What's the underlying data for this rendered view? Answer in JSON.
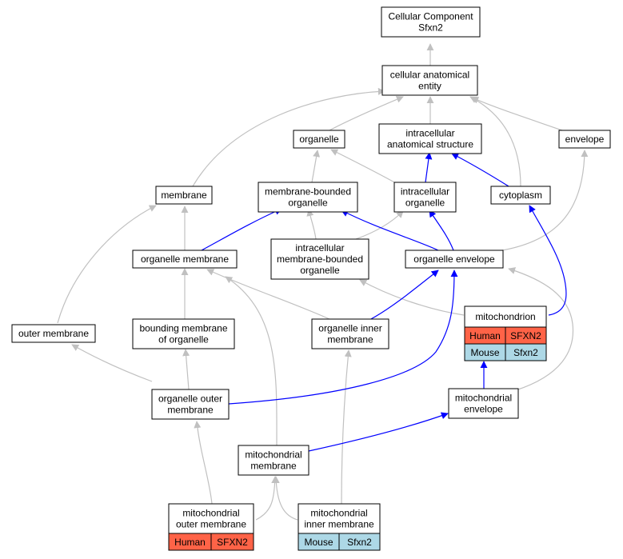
{
  "colors": {
    "gray_edge": "#c0c0c0",
    "blue_edge": "#0000ff",
    "human_cell": "#ff6347",
    "mouse_cell": "#add8e6"
  },
  "nodes": {
    "root": {
      "lines": [
        "Cellular Component",
        "Sfxn2"
      ]
    },
    "cae": {
      "lines": [
        "cellular anatomical",
        "entity"
      ]
    },
    "organelle": {
      "lines": [
        "organelle"
      ]
    },
    "ias": {
      "lines": [
        "intracellular",
        "anatomical structure"
      ]
    },
    "envelope": {
      "lines": [
        "envelope"
      ]
    },
    "membrane": {
      "lines": [
        "membrane"
      ]
    },
    "mbo": {
      "lines": [
        "membrane-bounded",
        "organelle"
      ]
    },
    "io": {
      "lines": [
        "intracellular",
        "organelle"
      ]
    },
    "cytoplasm": {
      "lines": [
        "cytoplasm"
      ]
    },
    "om": {
      "lines": [
        "organelle membrane"
      ]
    },
    "imbo": {
      "lines": [
        "intracellular",
        "membrane-bounded",
        "organelle"
      ]
    },
    "oe": {
      "lines": [
        "organelle envelope"
      ]
    },
    "outer": {
      "lines": [
        "outer membrane"
      ]
    },
    "bmo": {
      "lines": [
        "bounding membrane",
        "of organelle"
      ]
    },
    "oim": {
      "lines": [
        "organelle inner",
        "membrane"
      ]
    },
    "mito": {
      "lines": [
        "mitochondrion"
      ],
      "cells": [
        [
          "Human",
          "SFXN2"
        ],
        [
          "Mouse",
          "Sfxn2"
        ]
      ]
    },
    "oom": {
      "lines": [
        "organelle outer",
        "membrane"
      ]
    },
    "menv": {
      "lines": [
        "mitochondrial",
        "envelope"
      ]
    },
    "mm": {
      "lines": [
        "mitochondrial",
        "membrane"
      ]
    },
    "mom": {
      "lines": [
        "mitochondrial",
        "outer membrane"
      ],
      "cells": [
        [
          "Human",
          "SFXN2"
        ]
      ]
    },
    "mim": {
      "lines": [
        "mitochondrial",
        "inner membrane"
      ],
      "cells": [
        [
          "Mouse",
          "Sfxn2"
        ]
      ]
    }
  }
}
